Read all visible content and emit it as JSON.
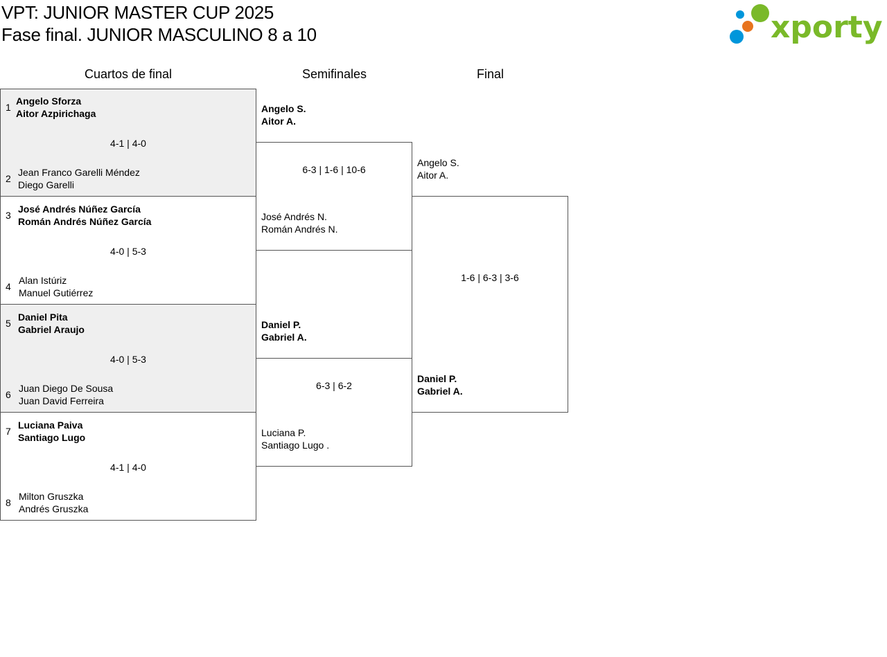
{
  "header": {
    "title_line1": "VPT: JUNIOR MASTER CUP 2025",
    "title_line2": "Fase final. JUNIOR MASCULINO 8 a 10",
    "logo_text": "xporty",
    "brand_colors": {
      "green": "#7ab929",
      "blue": "#0096db",
      "orange": "#e8741e"
    }
  },
  "rounds": [
    "Cuartos de final",
    "Semifinales",
    "Final"
  ],
  "quarterfinals": [
    {
      "seed_top": "1",
      "seed_bottom": "2",
      "top": [
        "Angelo Sforza",
        "Aitor Azpirichaga"
      ],
      "bottom": [
        "Jean Franco Garelli Méndez",
        "Diego Garelli"
      ],
      "score": "4-1 | 4-0"
    },
    {
      "seed_top": "3",
      "seed_bottom": "4",
      "top": [
        "José Andrés Núñez García",
        "Román Andrés Núñez García"
      ],
      "bottom": [
        "Alan Istúriz",
        "Manuel Gutiérrez"
      ],
      "score": "4-0 | 5-3"
    },
    {
      "seed_top": "5",
      "seed_bottom": "6",
      "top": [
        "Daniel Pita",
        "Gabriel Araujo"
      ],
      "bottom": [
        "Juan Diego De Sousa",
        "Juan David Ferreira"
      ],
      "score": "4-0 | 5-3"
    },
    {
      "seed_top": "7",
      "seed_bottom": "8",
      "top": [
        "Luciana Paiva",
        "Santiago Lugo"
      ],
      "bottom": [
        "Milton Gruszka",
        "Andrés Gruszka"
      ],
      "score": "4-1 | 4-0"
    }
  ],
  "semifinals": [
    {
      "top": [
        "Angelo S.",
        "Aitor A."
      ],
      "bottom": [
        "José Andrés N.",
        "Román Andrés N."
      ],
      "score": "6-3 | 1-6 | 10-6"
    },
    {
      "top": [
        "Daniel P.",
        "Gabriel A."
      ],
      "bottom": [
        "Luciana P.",
        "Santiago Lugo ."
      ],
      "score": "6-3 | 6-2"
    }
  ],
  "final": {
    "top": [
      "Angelo S.",
      "Aitor A."
    ],
    "bottom": [
      "Daniel P.",
      "Gabriel A."
    ],
    "score": "1-6 | 6-3 | 3-6"
  }
}
